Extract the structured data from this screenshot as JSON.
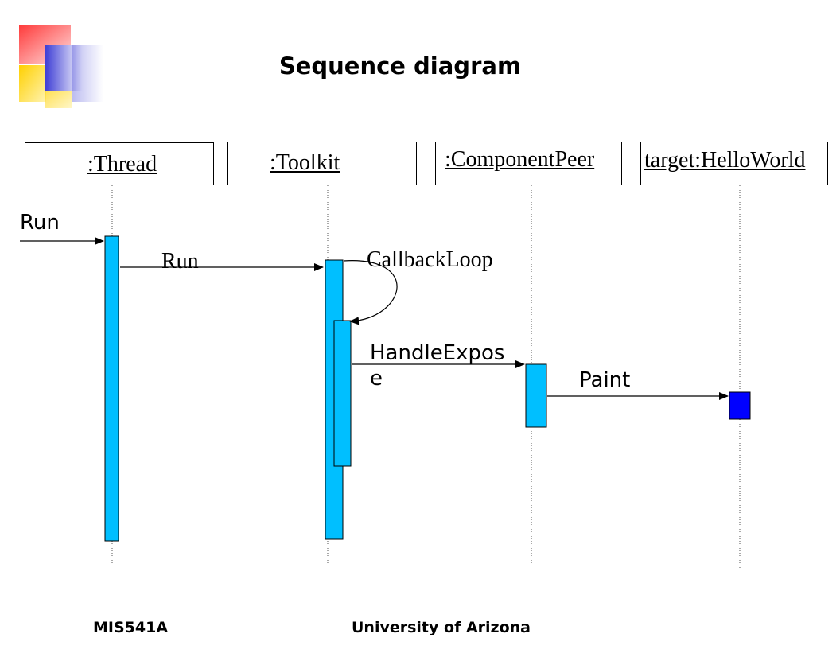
{
  "slide": {
    "title": "Sequence diagram"
  },
  "objects": [
    {
      "label": ":Thread"
    },
    {
      "label": ":Toolkit"
    },
    {
      "label": ":ComponentPeer"
    },
    {
      "label": "target:HelloWorld"
    }
  ],
  "messages": {
    "run_in": "Run",
    "run": "Run",
    "callback_loop": "CallbackLoop",
    "handle_expose": "HandleExpose",
    "paint": "Paint"
  },
  "footer": {
    "course": "MIS541A",
    "university": "University of Arizona"
  },
  "colors": {
    "activation": "#00BFFF",
    "target_activation": "#0000FF",
    "logo_red": "#FF4B4B",
    "logo_yellow": "#FFD400",
    "logo_blue": "#3030D0"
  }
}
